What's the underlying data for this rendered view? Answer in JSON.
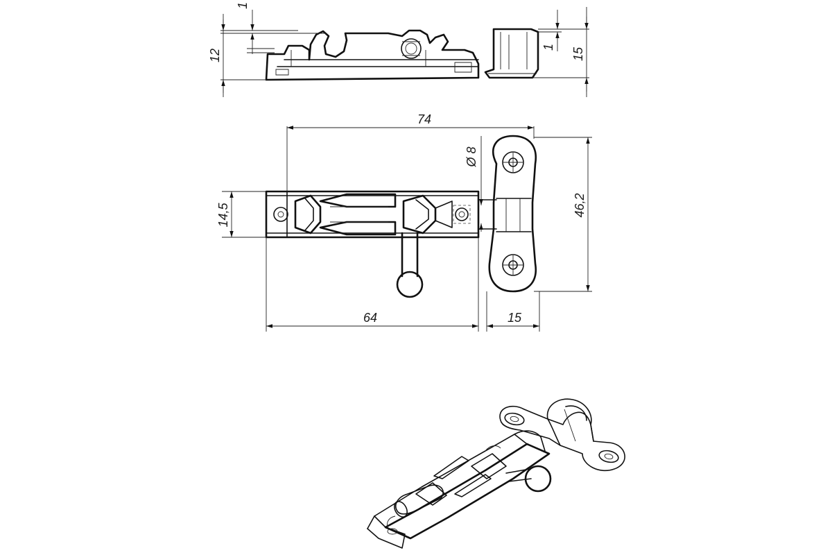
{
  "dimensions": {
    "side_top_gap": "1",
    "side_height": "12",
    "side_right_gap": "1",
    "side_right_height": "15",
    "total_length": "74",
    "hole_diameter": "Ø 8",
    "bolt_width": "14,5",
    "plate_height": "46,2",
    "body_length": "64",
    "plate_width": "15"
  }
}
